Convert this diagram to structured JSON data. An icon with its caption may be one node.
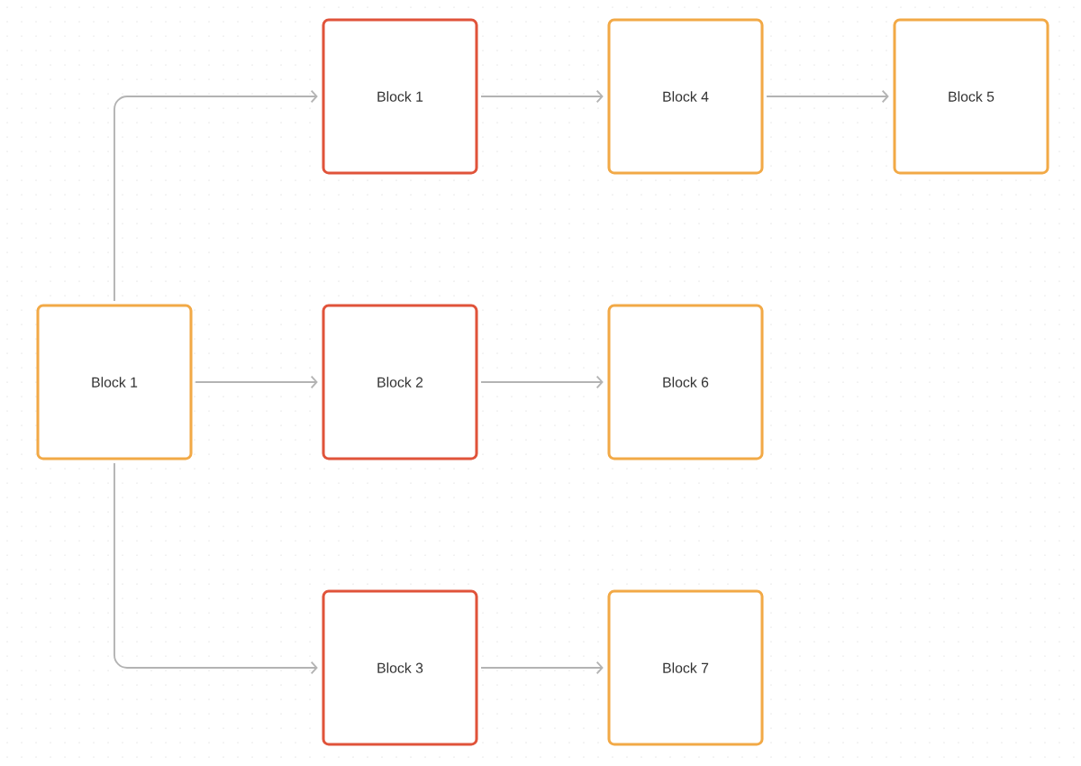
{
  "diagram": {
    "nodes": [
      {
        "text": [
          "Block 1"
        ]
      },
      {
        "text": [
          "Block 4"
        ]
      },
      {
        "text": [
          "Block 5"
        ]
      },
      {
        "text": [
          "Block 1"
        ]
      },
      {
        "text": [
          "Block 2"
        ]
      },
      {
        "text": [
          "Block 6"
        ]
      },
      {
        "text": [
          "Block 3"
        ]
      },
      {
        "text": [
          "Block 7"
        ]
      }
    ],
    "edges": [
      {
        "from": 3,
        "to": 0,
        "arrow": "to"
      },
      {
        "from": 0,
        "to": 1,
        "arrow": "to"
      },
      {
        "from": 1,
        "to": 2,
        "arrow": "to"
      },
      {
        "from": 3,
        "to": 4,
        "arrow": "to"
      },
      {
        "from": 4,
        "to": 5,
        "arrow": "to"
      },
      {
        "from": 3,
        "to": 6,
        "arrow": "to"
      },
      {
        "from": 6,
        "to": 7,
        "arrow": "to"
      }
    ]
  }
}
